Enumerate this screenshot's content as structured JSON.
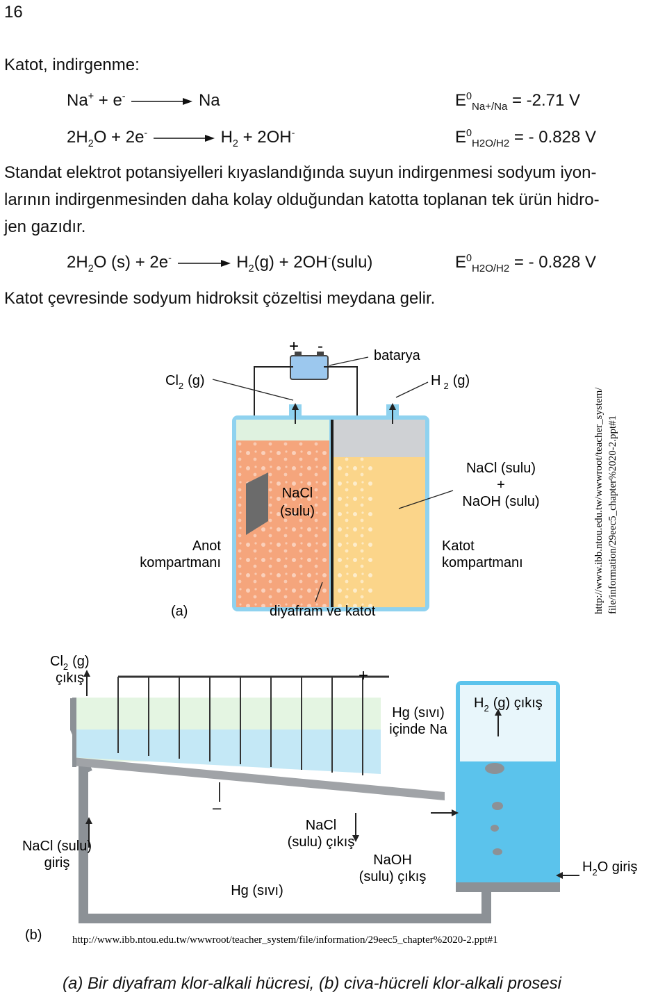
{
  "page_number": "16",
  "heading": "Katot, indirgenme:",
  "equations": {
    "eq1": {
      "lhs_base": "Na",
      "lhs_charge": "+",
      "plus": "+ e",
      "e_charge": "-",
      "rhs": "Na",
      "potential_symbol": "E",
      "potential_sup": "0",
      "potential_sub": "Na+/Na",
      "potential_value": "= -2.71 V"
    },
    "eq2": {
      "coef": "2H",
      "h_sub": "2",
      "o_part": "O + 2e",
      "e_charge": "-",
      "rhs_h": "H",
      "rhs_h_sub": "2",
      "rhs_rest": "+ 2OH",
      "oh_charge": "-",
      "potential_symbol": "E",
      "potential_sup": "0",
      "potential_sub": "H2O/H2",
      "potential_value": "= - 0.828 V"
    },
    "eq3": {
      "coef": "2H",
      "h_sub": "2",
      "o_part": "O (s) + 2e",
      "e_charge": "-",
      "rhs_h": "H",
      "rhs_h_sub": "2",
      "rhs_rest": "(g) + 2OH",
      "oh_charge": "-",
      "tail": "(sulu)",
      "potential_symbol": "E",
      "potential_sup": "0",
      "potential_sub": "H2O/H2",
      "potential_value": "= - 0.828 V"
    }
  },
  "paragraph1": "Standat elektrot potansiyelleri kıyaslandığında suyun indirgenmesi sodyum iyon-larının indirgenmesinden daha kolay olduğundan katotta toplanan tek ürün hidro-jen gazıdır.",
  "paragraph1_lines": [
    "Standat elektrot potansiyelleri kıyaslandığında suyun indirgenmesi sodyum iyon-",
    "larının indirgenmesinden daha kolay olduğundan katotta toplanan tek ürün hidro-",
    "jen gazıdır."
  ],
  "paragraph2": "Katot çevresinde sodyum hidroksit çözeltisi meydana gelir.",
  "figure_a": {
    "battery_plus": "+",
    "battery_minus": "-",
    "battery_label": "batarya",
    "cl2_label": "Cl",
    "cl2_sub": "2",
    "cl2_state": "(g)",
    "h2_label": "H",
    "h2_sub": "2",
    "h2_state": "(g)",
    "nacl_line1": "NaCl",
    "nacl_line2": "(sulu)",
    "right_sol_line1": "NaCl (sulu)",
    "right_sol_line2": "+",
    "right_sol_line3": "NaOH (sulu)",
    "anode_line1": "Anot",
    "anode_line2": "kompartmanı",
    "cathode_line1": "Katot",
    "cathode_line2": "kompartmanı",
    "panel_label": "(a)",
    "diaphragm_label": "diyafram ve katot",
    "source_line1": "http://www.ibb.ntou.edu.tw/wwwroot/teacher_system/",
    "source_line2": "file/information/29eec5_chapter%2020-2.ppt#1",
    "colors": {
      "anode_liquid": "#f5a57c",
      "cathode_liquid": "#fbd58a",
      "gas_anode": "#dff2e0",
      "gas_cathode": "#cfd1d4",
      "cell_wall": "#8fd2ef",
      "battery": "#9cc8ee"
    }
  },
  "figure_b": {
    "cl2_label": "Cl",
    "cl2_sub": "2",
    "cl2_state": "(g)",
    "cl2_exit": "çıkış",
    "plus_sign": "+",
    "minus_sign": "–",
    "hg_na_line1": "Hg (sıvı)",
    "hg_na_line2": "içinde Na",
    "h2_label": "H",
    "h2_sub": "2",
    "h2_rest": "(g) çıkış",
    "nacl_in_line1": "NaCl (sulu)",
    "nacl_in_line2": "giriş",
    "nacl_out_line1": "NaCl",
    "nacl_out_line2": "(sulu) çıkış",
    "naoh_out_line1": "NaOH",
    "naoh_out_line2": "(sulu) çıkış",
    "hg_liquid": "Hg (sıvı)",
    "h2o_label": "H",
    "h2o_sub": "2",
    "h2o_rest": "O giriş",
    "panel_label": "(b)",
    "source": "http://www.ibb.ntou.edu.tw/wwwroot/teacher_system/file/information/29eec5_chapter%2020-2.ppt#1",
    "colors": {
      "gas": "#e4f5e2",
      "brine": "#c4e8f6",
      "mercury": "#a0a3a7",
      "frame": "#8c9196",
      "water": "#5bc3ec"
    }
  },
  "caption": "(a) Bir diyafram klor-alkali hücresi, (b) civa-hücreli klor-alkali prosesi"
}
